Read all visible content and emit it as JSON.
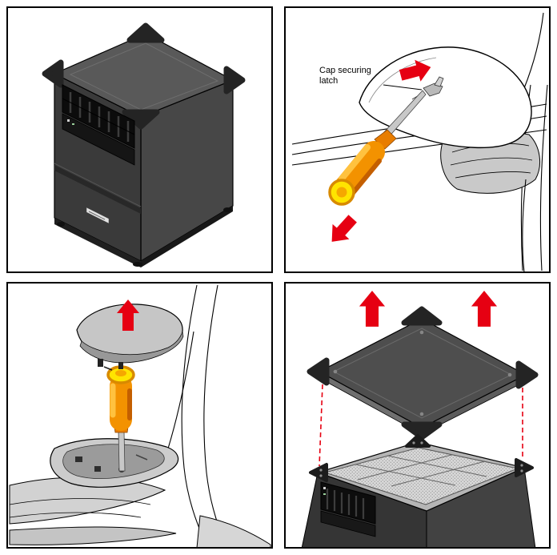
{
  "figure": {
    "type": "hardware-instruction-diagram",
    "panels": [
      {
        "name": "workstation-overview"
      },
      {
        "name": "release-cap-securing-latch",
        "callout": {
          "label": "Cap securing latch"
        },
        "arrows": [
          "up-right",
          "down-left"
        ],
        "tools": [
          "screwdriver"
        ]
      },
      {
        "name": "lift-cap-off",
        "arrows": [
          "up"
        ],
        "tools": [
          "screwdriver"
        ]
      },
      {
        "name": "remove-top-cover",
        "arrows": [
          "up",
          "up"
        ],
        "alignment_guides": "red-dashed-lines"
      }
    ]
  },
  "colors": {
    "background": "#ffffff",
    "panel_border": "#000000",
    "arrow_red": "#e60012",
    "screwdriver_orange": "#f39200",
    "screwdriver_yellow": "#ffe400",
    "cap_corner": "#242424",
    "chassis_gray": "#4e4e4e",
    "cap_light_gray": "#c6c6c6"
  }
}
